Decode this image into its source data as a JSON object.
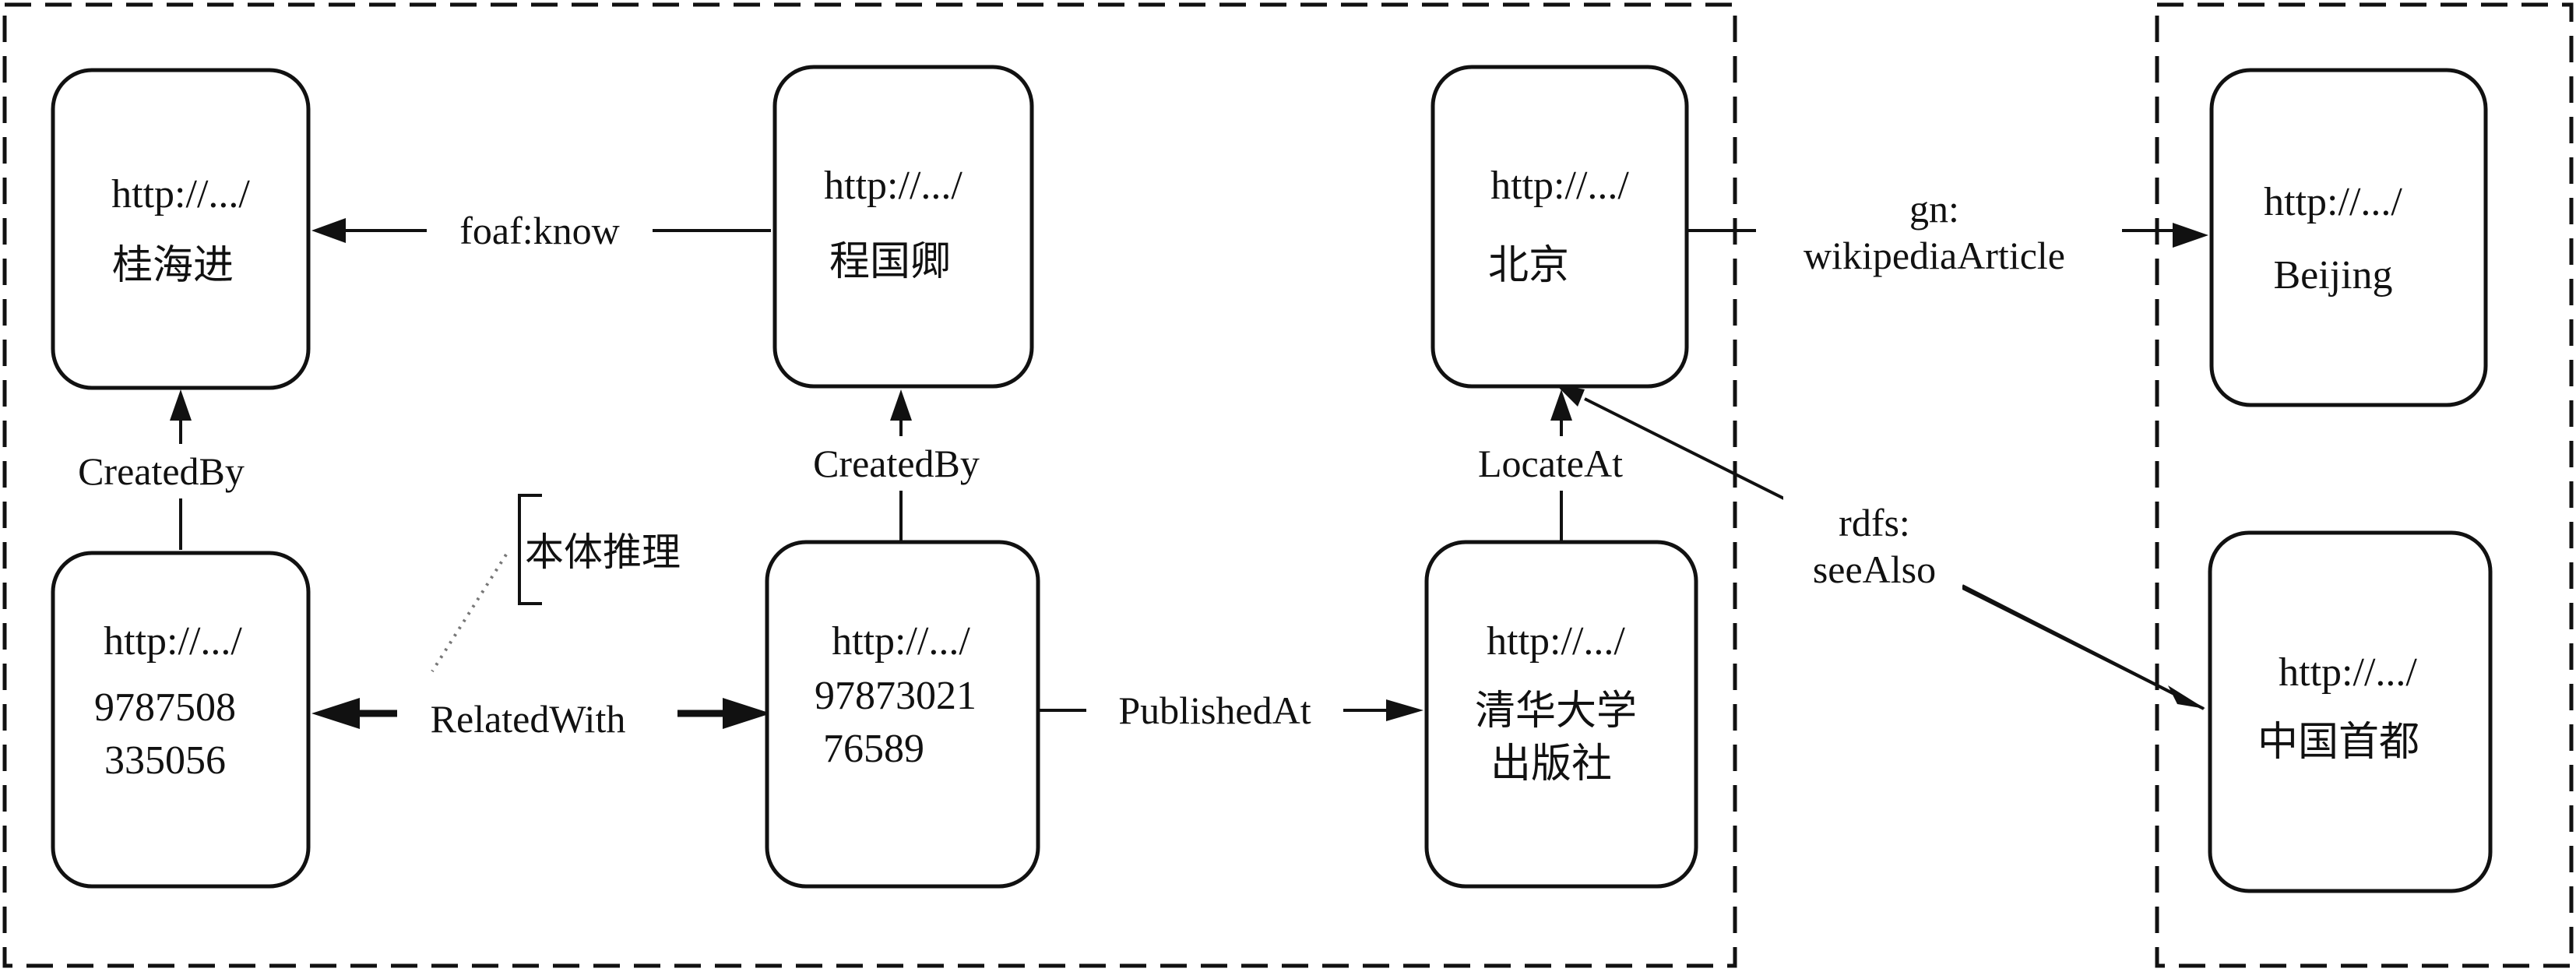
{
  "nodes": {
    "guihaijin": {
      "line1": "http://.../",
      "line2": "桂海进"
    },
    "chengguoqing": {
      "line1": "http://.../",
      "line2": "程国卿"
    },
    "beijing_cn": {
      "line1": "http://.../",
      "line2": "北京"
    },
    "beijing_en": {
      "line1": "http://.../",
      "line2": "Beijing"
    },
    "book1": {
      "line1": "http://.../",
      "line2": "9787508",
      "line3": "335056"
    },
    "book2": {
      "line1": "http://.../",
      "line2": "97873021",
      "line3": "76589"
    },
    "publisher": {
      "line1": "http://.../",
      "line2": "清华大学",
      "line3": "出版社"
    },
    "capital": {
      "line1": "http://.../",
      "line2": "中国首都"
    }
  },
  "edges": {
    "foaf_know": "foaf:know",
    "gn_wiki_line1": "gn:",
    "gn_wiki_line2": "wikipediaArticle",
    "created_by_1": "CreatedBy",
    "created_by_2": "CreatedBy",
    "locate_at": "LocateAt",
    "rdfs_see_also_line1": "rdfs:",
    "rdfs_see_also_line2": "seeAlso",
    "related_with": "RelatedWith",
    "published_at": "PublishedAt"
  },
  "annotation": {
    "ontology_reasoning": "本体推理"
  }
}
